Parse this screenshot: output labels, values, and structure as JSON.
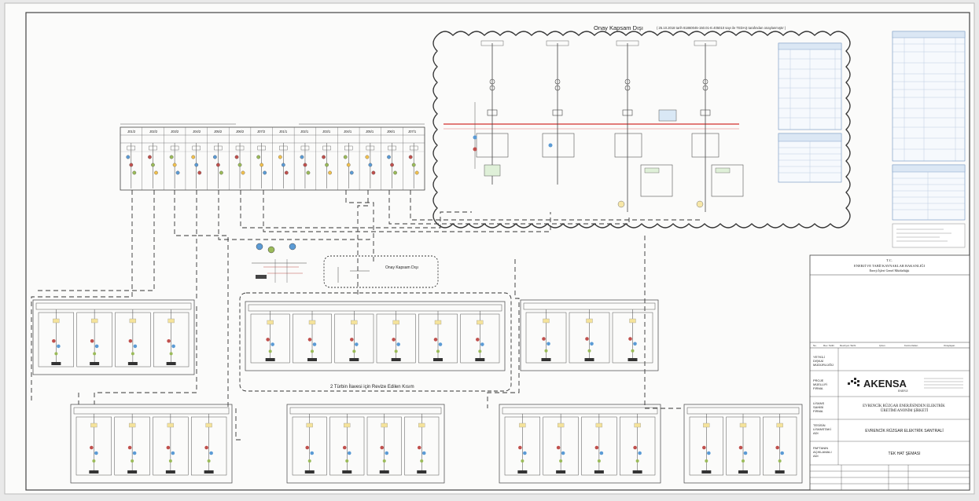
{
  "upper_region": {
    "title": "Onay Kapsam Dışı",
    "note": "( 25.10.2018 tarih 81860045-150.01-E.405010 sayı ile TEDAŞ tarafından onaylanmıştır )"
  },
  "middle_region": {
    "title": "Onay Kapsam Dışı"
  },
  "switchgear": {
    "bay_labels": [
      "J01/2",
      "J02/2",
      "J03/2",
      "J04/2",
      "J05/2",
      "J06/2",
      "J07/2",
      "J01/1",
      "J02/1",
      "J03/1",
      "J04/1",
      "J05/1",
      "J06/1",
      "J07/1"
    ]
  },
  "turbine_group": {
    "label": "2 Türbin İlavesi için Revize Edilen Kısım"
  },
  "title_block": {
    "tc": "T.C.",
    "ministry": "ENERJİ VE TABİİ KAYNAKLAR BAKANLIĞI",
    "directorate": "Enerji İşleri Genel Müdürlüğü",
    "header_row": [
      "No.",
      "Rev. Tarihi",
      "Revizyon Tarihi",
      "Çizen",
      "Kontrol Eden",
      "Onaylayan"
    ],
    "rows": [
      {
        "label": "YETKİLİ\nDIŞKAİ\nMÜDÜRLÜĞÜ",
        "value": ""
      },
      {
        "label": "PROJE\nMÜELLİFİ\nFİRMA",
        "value": ""
      },
      {
        "label": "LİSANS\nSAHİBİ\nFİRMA",
        "value": "EVRENCİK RÜZGAR ENERJİSİNDEN ELEKTRİK\nÜRETİMİ ANONİM ŞİRKETİ"
      },
      {
        "label": "TESİSİN\nLİSANSTAKİ\nADI",
        "value": "EVRENCİK RÜZGAR ELEKTRİK SANTRALİ"
      },
      {
        "label": "PAFTANIN\nAÇIKLAMALI\nADI",
        "value": "TEK HAT ŞEMASI"
      }
    ],
    "logo_text": "AKENSA",
    "logo_sub": "ENERJİ"
  }
}
